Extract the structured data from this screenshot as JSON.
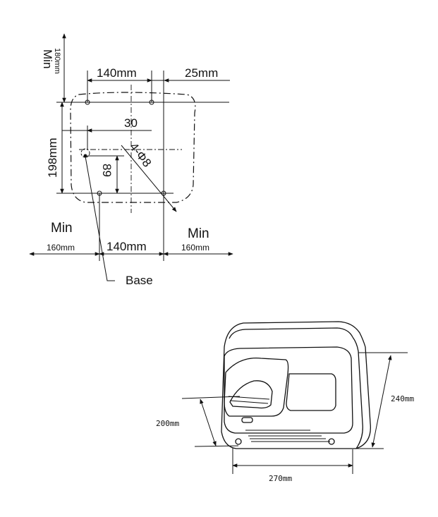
{
  "labels": {
    "min_top": "Min",
    "min_top_value": "180mm",
    "top_width": "140mm",
    "top_offset": "25mm",
    "offset_30": "30",
    "height_198": "198mm",
    "hole_spec": "4-Φ8",
    "dim_89": "89",
    "min_left": "Min",
    "min_right": "Min",
    "left_value": "160mm",
    "bottom_width": "140mm",
    "right_value": "160mm",
    "base": "Base"
  },
  "product": {
    "depth": "200mm",
    "height": "240mm",
    "width": "270mm"
  }
}
